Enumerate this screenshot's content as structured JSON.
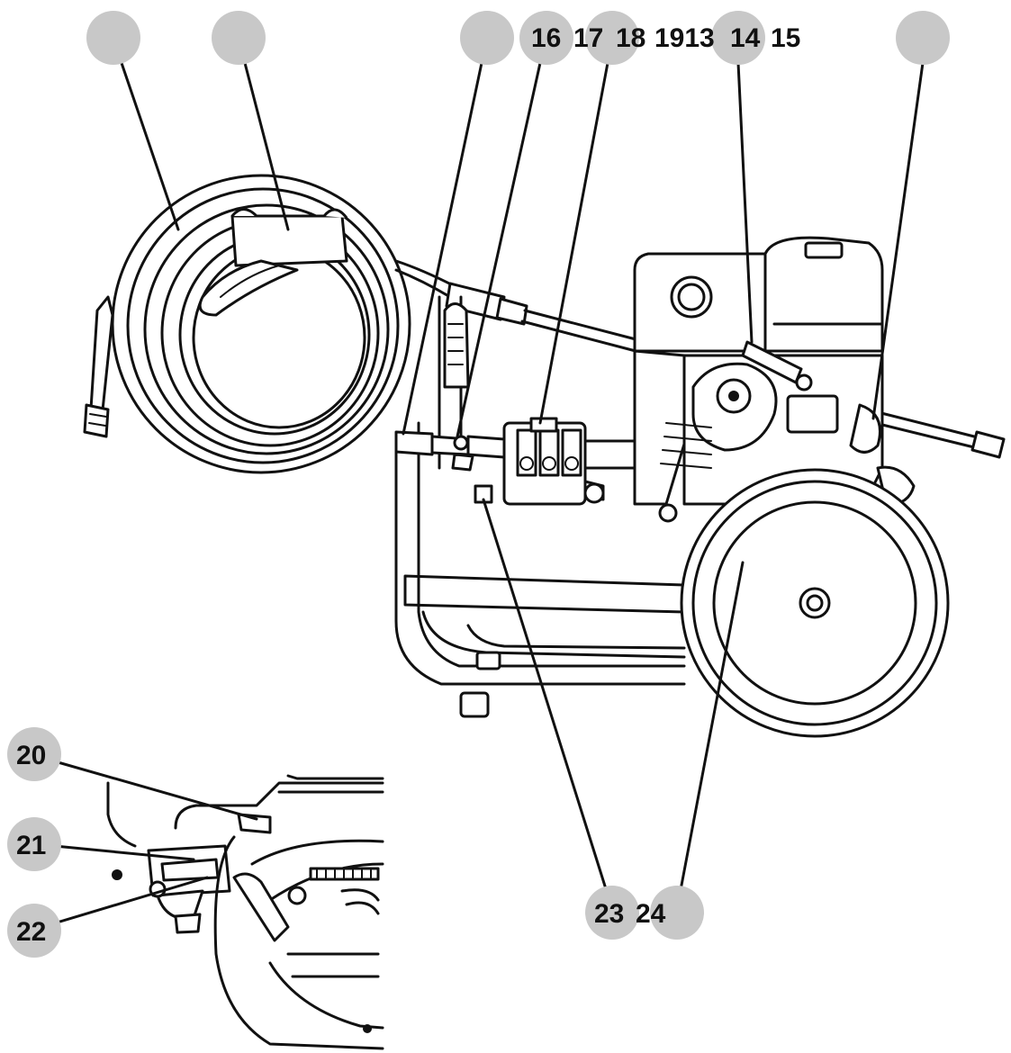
{
  "callouts": {
    "c16": "16",
    "c17": "17",
    "c18": "18",
    "c1913": "1913",
    "c14": "14",
    "c15": "15",
    "c20": "20",
    "c21": "21",
    "c22": "22",
    "c23": "23",
    "c24": "24"
  },
  "colors": {
    "callout_fill": "#c8c8c8",
    "line": "#111111",
    "background": "#ffffff"
  }
}
